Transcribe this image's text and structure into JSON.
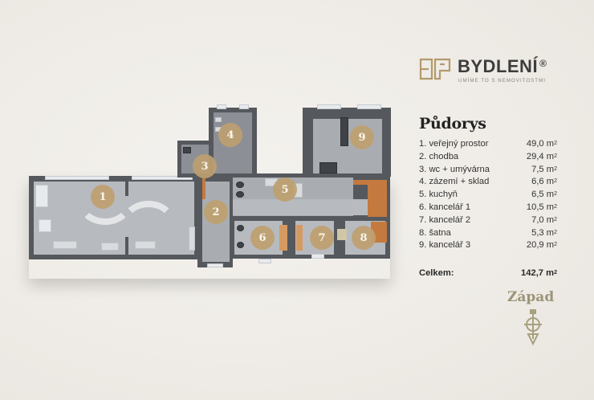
{
  "brand": {
    "name": "BYDLENÍ",
    "registered_mark": "®",
    "tagline": "UMÍME TO S NEMOVITOSTMI",
    "logo_icon": "bydleni-logo-icon",
    "accent_color": "#b39a6b"
  },
  "legend": {
    "title": "Půdorys",
    "unit": "m",
    "unit_power": "2",
    "rooms": [
      {
        "number": 1,
        "label": "1. veřejný prostor",
        "area": "49,0"
      },
      {
        "number": 2,
        "label": "2. chodba",
        "area": "29,4"
      },
      {
        "number": 3,
        "label": "3. wc + umývárna",
        "area": "7,5"
      },
      {
        "number": 4,
        "label": "4. zázemí + sklad",
        "area": "6,6"
      },
      {
        "number": 5,
        "label": "5. kuchyň",
        "area": "6,5"
      },
      {
        "number": 6,
        "label": "6. kancelář 1",
        "area": "10,5"
      },
      {
        "number": 7,
        "label": "7. kancelář 2",
        "area": "7,0"
      },
      {
        "number": 8,
        "label": "8. šatna",
        "area": "5,3"
      },
      {
        "number": 9,
        "label": "9. kancelář 3",
        "area": "20,9"
      }
    ],
    "total_label": "Celkem:",
    "total_area": "142,7"
  },
  "orientation": {
    "label": "Západ",
    "icon": "compass-west-icon"
  },
  "floorplan": {
    "badge_color": "#bea070",
    "badges": [
      "1",
      "2",
      "3",
      "4",
      "5",
      "6",
      "7",
      "8",
      "9"
    ]
  }
}
